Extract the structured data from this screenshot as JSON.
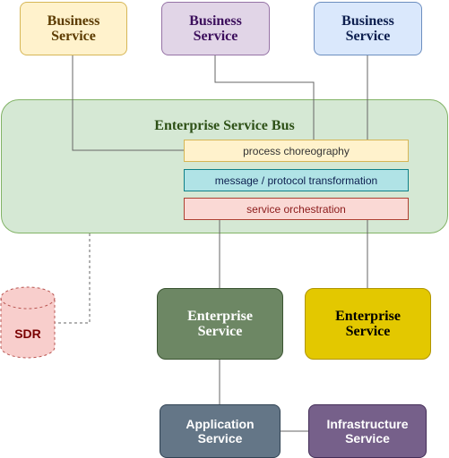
{
  "business_services": [
    {
      "label": "Business\nService",
      "fill": "#fff2cc",
      "stroke": "#d6b656",
      "text_color": "#5c3b00"
    },
    {
      "label": "Business\nService",
      "fill": "#e1d5e7",
      "stroke": "#9673a6",
      "text_color": "#3c0f5c"
    },
    {
      "label": "Business\nService",
      "fill": "#dae8fc",
      "stroke": "#6c8ebf",
      "text_color": "#0d1f4f"
    }
  ],
  "esb": {
    "title": "Enterprise Service Bus",
    "fill": "#d5e8d4",
    "stroke": "#82b366",
    "title_color": "#2d5016"
  },
  "esb_layers": [
    {
      "label": "process choreography",
      "fill": "#fff2cc",
      "stroke": "#d6b656",
      "text_color": "#333333"
    },
    {
      "label": "message / protocol transformation",
      "fill": "#b0e3e6",
      "stroke": "#0e8088",
      "text_color": "#0d1f4f"
    },
    {
      "label": "service orchestration",
      "fill": "#fad9d5",
      "stroke": "#ae4132",
      "text_color": "#8b1a1a"
    }
  ],
  "sdr": {
    "label": "SDR",
    "fill": "#f8cecc",
    "stroke": "#b85450",
    "text_color": "#7a0000"
  },
  "enterprise_services": [
    {
      "label": "Enterprise\nService",
      "fill": "#6d8764",
      "stroke": "#3a5431",
      "text_color": "#ffffff"
    },
    {
      "label": "Enterprise\nService",
      "fill": "#e3c800",
      "stroke": "#b09500",
      "text_color": "#000000"
    }
  ],
  "app_service": {
    "label": "Application\nService",
    "fill": "#647687",
    "stroke": "#314354",
    "text_color": "#ffffff"
  },
  "infra_service": {
    "label": "Infrastructure\nService",
    "fill": "#76608a",
    "stroke": "#432d57",
    "text_color": "#ffffff"
  },
  "edge_color": "#666666"
}
